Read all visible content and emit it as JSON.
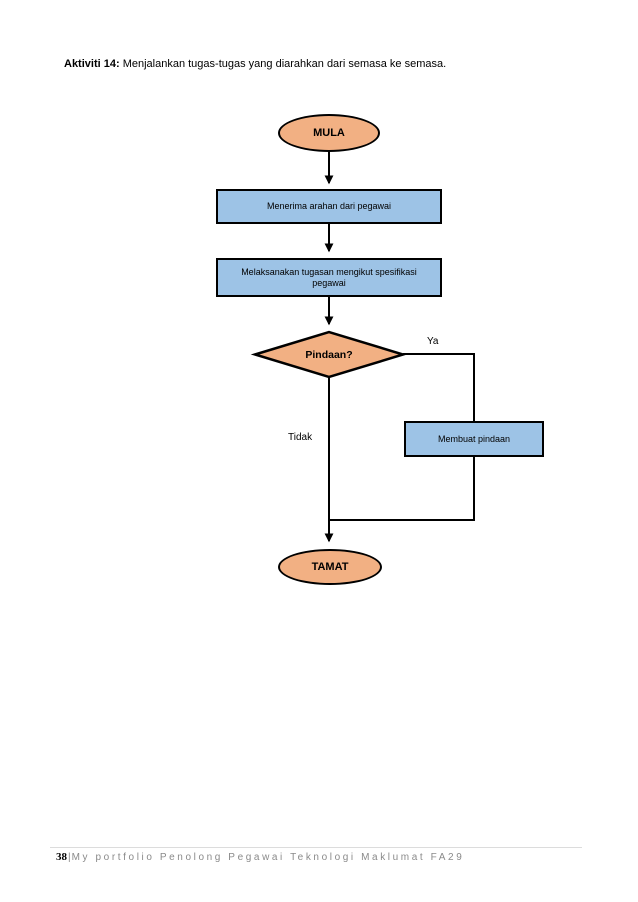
{
  "page": {
    "title_label": "Aktiviti 14:",
    "title_text": " Menjalankan tugas-tugas yang diarahkan dari semasa ke semasa."
  },
  "flowchart": {
    "start_label": "MULA",
    "step1_label": "Menerima arahan dari pegawai",
    "step2_label": "Melaksanakan tugasan mengikut spesifikasi pegawai",
    "decision_label": "Pindaan?",
    "branch_yes_label": "Ya",
    "branch_no_label": "Tidak",
    "yes_step_label": "Membuat pindaan",
    "end_label": "TAMAT"
  },
  "footer": {
    "page_number": "38",
    "separator": "|",
    "text": "My portfolio Penolong Pegawai Teknologi Maklumat FA29"
  },
  "colors": {
    "shape_orange": "#F2B083",
    "shape_blue": "#9DC3E6",
    "line_black": "#000000",
    "footer_gray": "#8A8A8A",
    "rule_gray": "#DCDCDC"
  }
}
